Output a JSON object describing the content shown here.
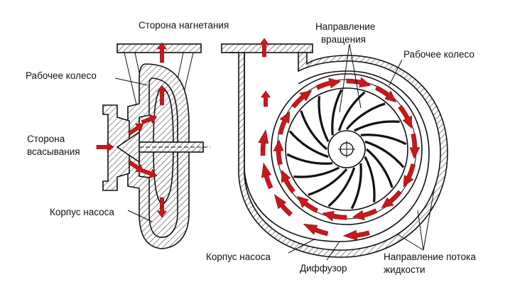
{
  "labels": {
    "discharge_side": "Сторона нагнетания",
    "impeller_left": "Рабочее колесо",
    "suction_side_line1": "Сторона",
    "suction_side_line2": "всасывания",
    "casing_left": "Корпус насоса",
    "rotation_line1": "Направление",
    "rotation_line2": "вращения",
    "impeller_right": "Рабочее колесо",
    "casing_right": "Корпус насоса",
    "diffuser": "Диффузор",
    "flow_line1": "Направление потока",
    "flow_line2": "жидкости"
  },
  "colors": {
    "flow_arrow": "#c8171d",
    "outline": "#111111",
    "background": "#ffffff"
  }
}
